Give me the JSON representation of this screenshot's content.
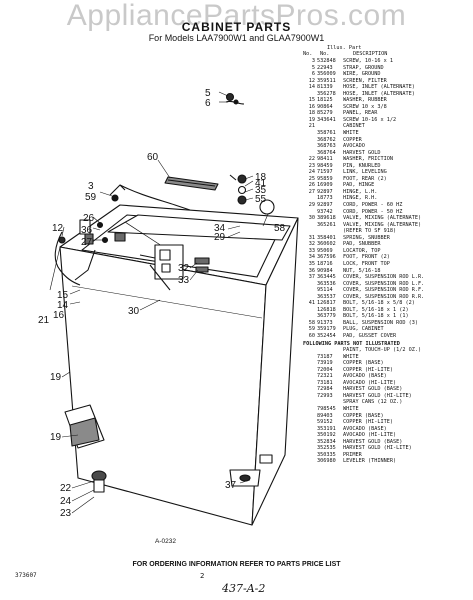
{
  "watermark": "AppliancePartsPros.com",
  "header": {
    "title": "CABINET PARTS",
    "subtitle": "For Models LAA7900W1 and GLAA7900W1"
  },
  "table": {
    "header_top": "Illus. Part",
    "header_fig": "No.",
    "header_part": "No.",
    "header_desc": "DESCRIPTION",
    "rows": [
      {
        "fig": "3",
        "part": "532848",
        "desc": "SCREW, 10-16 x 1"
      },
      {
        "fig": "5",
        "part": "22943",
        "desc": "STRAP, GROUND"
      },
      {
        "fig": "6",
        "part": "356009",
        "desc": "WIRE, GROUND"
      },
      {
        "fig": "12",
        "part": "359511",
        "desc": "SCREEN, FILTER"
      },
      {
        "fig": "14",
        "part": "81339",
        "desc": "HOSE, INLET (ALTERNATE)"
      },
      {
        "fig": "",
        "part": "356278",
        "desc": "HOSE, INLET (ALTERNATE)"
      },
      {
        "fig": "15",
        "part": "18125",
        "desc": "WASHER, RUBBER"
      },
      {
        "fig": "16",
        "part": "90864",
        "desc": "SCREW 10 x 3/8"
      },
      {
        "fig": "18",
        "part": "85279",
        "desc": "PANEL, REAR"
      },
      {
        "fig": "19",
        "part": "343641",
        "desc": "SCREW 10-16 x 1/2"
      },
      {
        "fig": "21",
        "part": "",
        "desc": "CABINET"
      },
      {
        "fig": "",
        "part": "358761",
        "desc": "WHITE"
      },
      {
        "fig": "",
        "part": "368762",
        "desc": "COPPER"
      },
      {
        "fig": "",
        "part": "368763",
        "desc": "AVOCADO"
      },
      {
        "fig": "",
        "part": "368764",
        "desc": "HARVEST GOLD"
      },
      {
        "fig": "22",
        "part": "98411",
        "desc": "WASHER, FRICTION"
      },
      {
        "fig": "23",
        "part": "98459",
        "desc": "PIN, KNURLED"
      },
      {
        "fig": "24",
        "part": "71597",
        "desc": "LINK, LEVELING"
      },
      {
        "fig": "25",
        "part": "95859",
        "desc": "FOOT, REAR (2)"
      },
      {
        "fig": "26",
        "part": "16909",
        "desc": "PAD, HINGE"
      },
      {
        "fig": "27",
        "part": "92897",
        "desc": "HINGE, L.H."
      },
      {
        "fig": "",
        "part": "18773",
        "desc": "HINGE, R.H."
      },
      {
        "fig": "29",
        "part": "92897",
        "desc": "CORD, POWER - 60 HZ"
      },
      {
        "fig": "",
        "part": "93742",
        "desc": "CORD, POWER - 50 HZ"
      },
      {
        "fig": "30",
        "part": "389618",
        "desc": "VALVE, MIXING (ALTERNATE)"
      },
      {
        "fig": "",
        "part": "365261",
        "desc": "VALVE, MIXING (ALTERNATE)"
      },
      {
        "fig": "",
        "part": "",
        "desc": "(REFER TO SF 918)"
      },
      {
        "fig": "31",
        "part": "358401",
        "desc": "SPRING, SNUBBER"
      },
      {
        "fig": "32",
        "part": "360602",
        "desc": "PAD, SNUBBER"
      },
      {
        "fig": "33",
        "part": "95069",
        "desc": "LOCATOR, TOP"
      },
      {
        "fig": "34",
        "part": "367596",
        "desc": "FOOT, FRONT (2)"
      },
      {
        "fig": "35",
        "part": "18716",
        "desc": "LOCK, FRONT TOP"
      },
      {
        "fig": "36",
        "part": "90984",
        "desc": "NUT, 5/16-18"
      },
      {
        "fig": "37",
        "part": "363445",
        "desc": "COVER, SUSPENSION ROD L.R."
      },
      {
        "fig": "",
        "part": "363536",
        "desc": "COVER, SUSPENSION ROD L.F."
      },
      {
        "fig": "",
        "part": "95114",
        "desc": "COVER, SUSPENSION ROD R.F."
      },
      {
        "fig": "",
        "part": "363537",
        "desc": "COVER, SUSPENSION ROD R.R."
      },
      {
        "fig": "41",
        "part": "126817",
        "desc": "BOLT, 5/16-18 x 5/8 (2)"
      },
      {
        "fig": "",
        "part": "126818",
        "desc": "BOLT, 5/16-18 x 1 (2)"
      },
      {
        "fig": "",
        "part": "363779",
        "desc": "BOLT, 5/16-18 x 1 (1)"
      },
      {
        "fig": "58",
        "part": "91373",
        "desc": "BALL, SUSPENSION ROD (3)"
      },
      {
        "fig": "59",
        "part": "359179",
        "desc": "PLUG, CABINET"
      },
      {
        "fig": "60",
        "part": "352454",
        "desc": "PAD, GUSSET COVER"
      }
    ],
    "not_illustrated_heading": "FOLLOWING PARTS NOT ILLUSTRATED",
    "not_illustrated_rows": [
      {
        "part": "",
        "desc": "PAINT, TOUCH-UP (1/2 OZ.)"
      },
      {
        "part": "73187",
        "desc": "WHITE"
      },
      {
        "part": "73919",
        "desc": "COPPER (BASE)"
      },
      {
        "part": "72004",
        "desc": "COPPER (HI-LITE)"
      },
      {
        "part": "72321",
        "desc": "AVOCADO (BASE)"
      },
      {
        "part": "73181",
        "desc": "AVOCADO (HI-LITE)"
      },
      {
        "part": "72984",
        "desc": "HARVEST GOLD (BASE)"
      },
      {
        "part": "72993",
        "desc": "HARVEST GOLD (HI-LITE)"
      },
      {
        "part": "",
        "desc": "SPRAY CANS (12 OZ.)"
      },
      {
        "part": "798545",
        "desc": "WHITE"
      },
      {
        "part": "89403",
        "desc": "COPPER (BASE)"
      },
      {
        "part": "59152",
        "desc": "COPPER (HI-LITE)"
      },
      {
        "part": "353191",
        "desc": "AVOCADO (BASE)"
      },
      {
        "part": "350192",
        "desc": "AVOCADO (HI-LITE)"
      },
      {
        "part": "352834",
        "desc": "HARVEST GOLD (BASE)"
      },
      {
        "part": "352535",
        "desc": "HARVEST GOLD (HI-LITE)"
      },
      {
        "part": "350335",
        "desc": "PRIMER"
      },
      {
        "part": "306980",
        "desc": "LEVELER (THINNER)"
      }
    ]
  },
  "callouts": {
    "n5": "5",
    "n6": "6",
    "n60": "60",
    "n18": "18",
    "n41": "41",
    "n35": "35",
    "n55": "55",
    "n3": "3",
    "n59": "59",
    "n58": "58",
    "n12": "12",
    "n26": "26",
    "n36": "36",
    "n34": "34",
    "n29": "29",
    "n27": "27",
    "n32": "32",
    "n33": "33",
    "n15": "15",
    "n14": "14",
    "n16": "16",
    "n30": "30",
    "n21": "21",
    "n19a": "19",
    "n19b": "19",
    "n22": "22",
    "n24": "24",
    "n23": "23",
    "n37": "37"
  },
  "figure_id": "A-0232",
  "footer": {
    "note": "FOR ORDERING INFORMATION REFER TO PARTS PRICE LIST",
    "doc_number": "373607",
    "page_number": "2",
    "handwritten": "437-A-2"
  }
}
